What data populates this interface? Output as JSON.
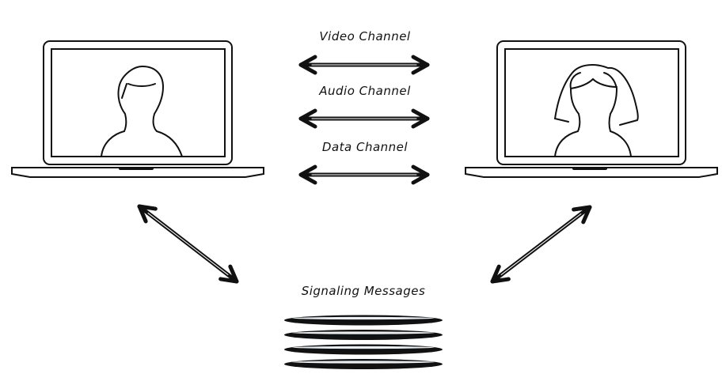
{
  "diagram": {
    "title": "WebRTC peer connection overview",
    "channels": [
      {
        "label": "Video Channel"
      },
      {
        "label": "Audio Channel"
      },
      {
        "label": "Data Channel"
      }
    ],
    "signaling": {
      "label": "Signaling Messages",
      "message_count": 4
    },
    "peers": [
      {
        "name": "left-peer",
        "avatar": "male-silhouette"
      },
      {
        "name": "right-peer",
        "avatar": "female-silhouette"
      }
    ],
    "colors": {
      "stroke": "#111111",
      "background": "#ffffff"
    }
  }
}
